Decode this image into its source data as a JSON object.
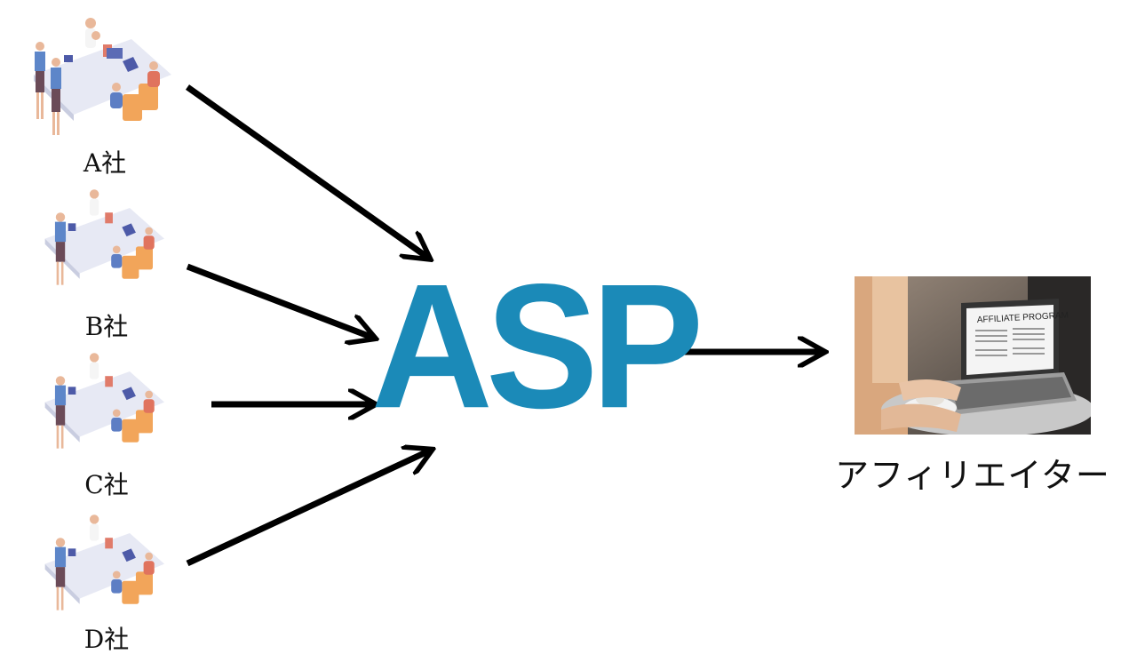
{
  "companies": [
    {
      "label": "A社"
    },
    {
      "label": "B社"
    },
    {
      "label": "C社"
    },
    {
      "label": "D社"
    }
  ],
  "hub": {
    "label": "ASP",
    "color": "#1b8ab8"
  },
  "affiliate": {
    "label": "アフィリエイター",
    "screen_title": "AFFILIATE PROGRAM"
  },
  "icons": {
    "company": "office-team-icon",
    "affiliate": "laptop-photo-icon"
  }
}
